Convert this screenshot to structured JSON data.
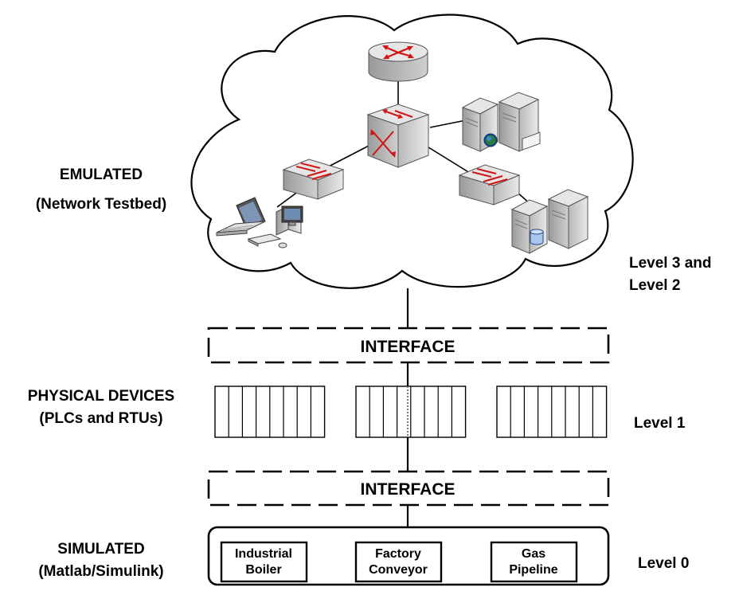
{
  "tiers": {
    "emulated": {
      "line1": "EMULATED",
      "line2": "(Network Testbed)"
    },
    "physical": {
      "line1": "PHYSICAL DEVICES",
      "line2": "(PLCs and RTUs)"
    },
    "simulated": {
      "line1": "SIMULATED",
      "line2": "(Matlab/Simulink)"
    }
  },
  "interfaces": {
    "upper": "INTERFACE",
    "lower": "INTERFACE"
  },
  "levels": {
    "top_line1": "Level 3 and",
    "top_line2": "Level 2",
    "level1": "Level 1",
    "level0": "Level 0"
  },
  "simulations": [
    {
      "line1": "Industrial",
      "line2": "Boiler"
    },
    {
      "line1": "Factory",
      "line2": "Conveyor"
    },
    {
      "line1": "Gas",
      "line2": "Pipeline"
    }
  ],
  "icons": [
    "router-icon",
    "core-switch-icon",
    "switch-icon",
    "web-server-icon",
    "database-server-icon",
    "laptop-icon",
    "workstation-icon",
    "plc-rack-icon"
  ],
  "colors": {
    "arrow_red": "#d21414",
    "device_gray": "#c9c9c9",
    "stroke": "#000000"
  }
}
